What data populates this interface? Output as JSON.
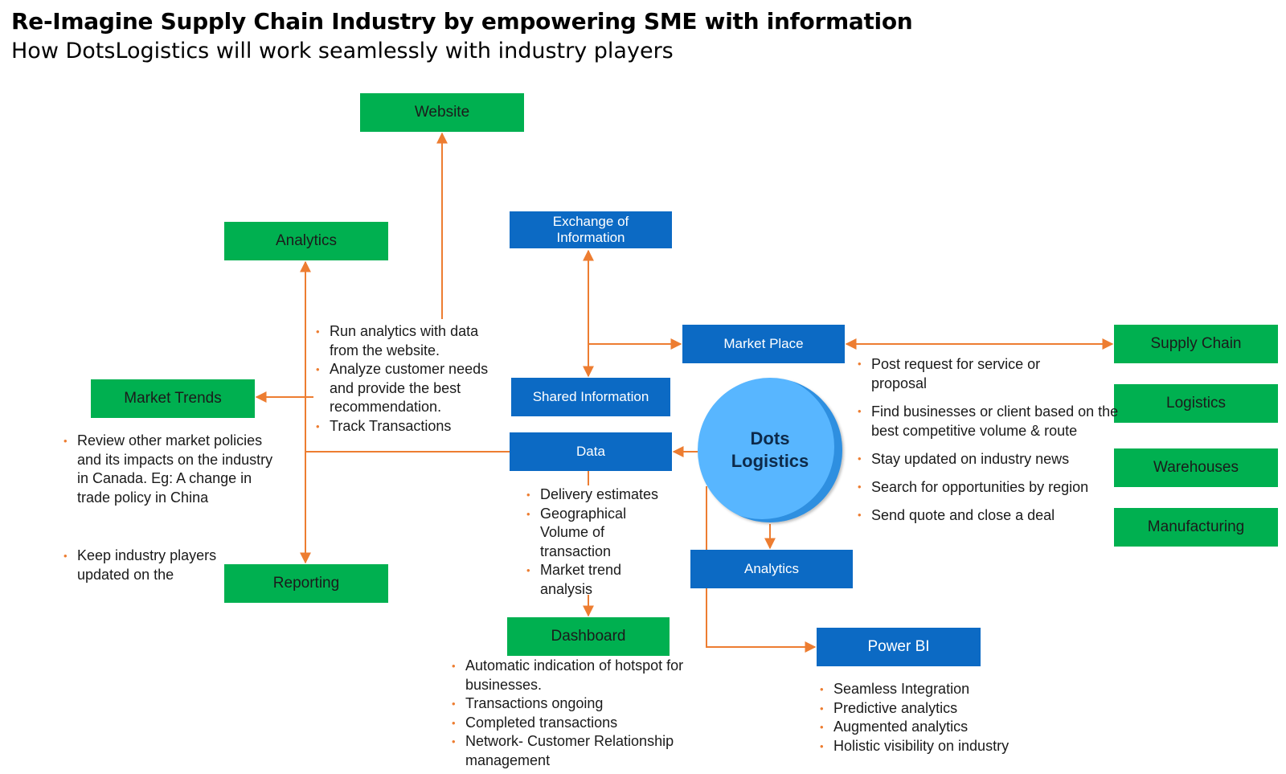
{
  "title": "Re-Imagine Supply Chain Industry by empowering SME with information",
  "subtitle": "How DotsLogistics will work seamlessly with industry players",
  "colors": {
    "green": "#00b050",
    "blue": "#0c6ac4",
    "arrow": "#ed7d31",
    "circle": "#58b6ff"
  },
  "nodes": {
    "website": "Website",
    "analytics_top": "Analytics",
    "market_trends": "Market Trends",
    "reporting": "Reporting",
    "exchange": "Exchange of Information",
    "market_place": "Market Place",
    "shared_info": "Shared Information",
    "data": "Data",
    "dashboard": "Dashboard",
    "analytics_blue": "Analytics",
    "power_bi": "Power BI",
    "dots_line1": "Dots",
    "dots_line2": "Logistics",
    "supply_chain": "Supply Chain",
    "logistics": "Logistics",
    "warehouses": "Warehouses",
    "manufacturing": "Manufacturing"
  },
  "lists": {
    "analytics_notes": [
      "Run analytics with data from the website.",
      "Analyze customer needs and provide the best recommendation.",
      "Track  Transactions"
    ],
    "trends_notes": [
      "Review other market policies and its impacts on the industry in Canada. Eg: A change in trade policy in China"
    ],
    "trends_notes_2": [
      "Keep industry players updated on the"
    ],
    "data_notes": [
      "Delivery estimates",
      "Geographical Volume of transaction",
      "Market trend analysis"
    ],
    "dashboard_notes": [
      "Automatic indication of hotspot for businesses.",
      "Transactions ongoing",
      "Completed transactions",
      "Network- Customer Relationship management"
    ],
    "powerbi_notes": [
      "Seamless Integration",
      "Predictive analytics",
      "Augmented analytics",
      "Holistic visibility on industry"
    ],
    "market_notes": [
      "Post  request for service or proposal",
      "Find businesses or client based on the best competitive volume & route",
      "Stay updated on industry news",
      " Search for opportunities by region",
      "Send quote and  close a deal"
    ]
  }
}
